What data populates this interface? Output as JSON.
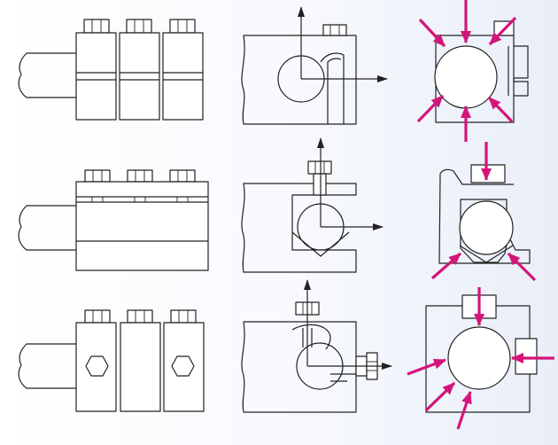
{
  "figure": {
    "rows": [
      {
        "clamp_style": "split block clamps"
      },
      {
        "clamp_style": "single bar clamp with V seat"
      },
      {
        "clamp_style": "cross-screw clamp blocks"
      }
    ]
  },
  "colors": {
    "line": "#222222",
    "force_arrow": "#d4157a",
    "background_fade": "#e9eef8"
  }
}
